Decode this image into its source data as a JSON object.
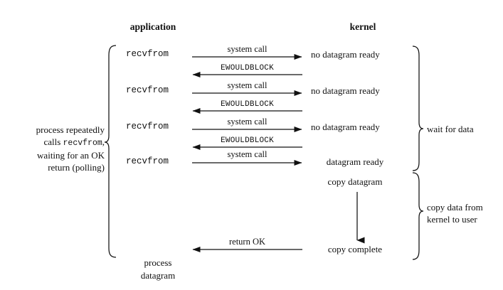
{
  "figure": {
    "headers": {
      "application": "application",
      "kernel": "kernel"
    },
    "left_note": {
      "line1": "process repeatedly",
      "line2_prefix": "calls ",
      "line2_mono": "recvfrom",
      "line2_suffix": ",",
      "line3": "waiting for an OK",
      "line4": "return (polling)"
    },
    "app_calls": [
      {
        "label": "recvfrom"
      },
      {
        "label": "recvfrom"
      },
      {
        "label": "recvfrom"
      },
      {
        "label": "recvfrom"
      }
    ],
    "arrows": [
      {
        "label": "system call",
        "direction": "right",
        "style": "serif"
      },
      {
        "label": "EWOULDBLOCK",
        "direction": "left",
        "style": "mono"
      },
      {
        "label": "system call",
        "direction": "right",
        "style": "serif"
      },
      {
        "label": "EWOULDBLOCK",
        "direction": "left",
        "style": "mono"
      },
      {
        "label": "system call",
        "direction": "right",
        "style": "serif"
      },
      {
        "label": "EWOULDBLOCK",
        "direction": "left",
        "style": "mono"
      },
      {
        "label": "system call",
        "direction": "right",
        "style": "serif"
      },
      {
        "label": "return OK",
        "direction": "left",
        "style": "serif"
      }
    ],
    "kernel_states": [
      {
        "label": "no datagram ready"
      },
      {
        "label": "no datagram ready"
      },
      {
        "label": "no datagram ready"
      },
      {
        "label": "datagram ready"
      },
      {
        "label": "copy datagram"
      },
      {
        "label": "copy complete"
      }
    ],
    "right_notes": {
      "wait": "wait for data",
      "copy_line1": "copy data from",
      "copy_line2": "kernel to user"
    },
    "app_result": {
      "line1": "process",
      "line2": "datagram"
    },
    "colors": {
      "ink": "#111111",
      "background": "#ffffff"
    }
  }
}
